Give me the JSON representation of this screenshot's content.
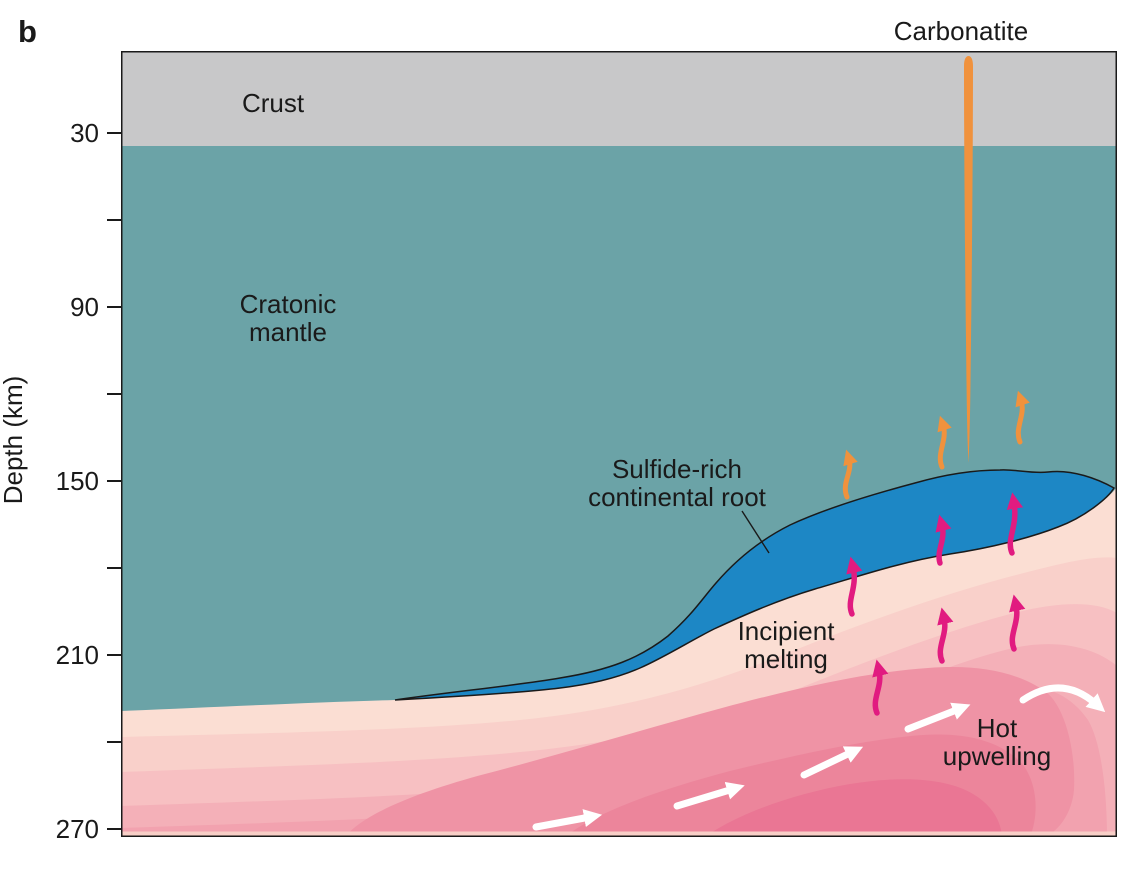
{
  "figure": {
    "panel_label": "b",
    "y_axis": {
      "label": "Depth (km)",
      "tick_labels": [
        "30",
        "90",
        "150",
        "210",
        "270"
      ]
    },
    "labels": {
      "carbonatite": "Carbonatite",
      "crust": "Crust",
      "cratonic_mantle": [
        "Cratonic",
        "mantle"
      ],
      "sulfide_root": [
        "Sulfide-rich",
        "continental root"
      ],
      "incipient_melting": [
        "Incipient",
        "melting"
      ],
      "hot_upwelling": [
        "Hot",
        "upwelling"
      ]
    },
    "colors": {
      "crust": "#c8c8c9",
      "cratonic_mantle": "#6ba3a7",
      "sulfide_root": "#1d87c5",
      "carbonatite_orange": "#f0923d",
      "melt_magenta": "#e11b80",
      "flow_white": "#ffffff",
      "outline": "#1a1a1a",
      "mantle_bands": [
        "#fbded3",
        "#f9d0ca",
        "#f7c0c2",
        "#f4b0b8",
        "#f2a2af",
        "#ef93a5",
        "#ec859b",
        "#ea7694"
      ],
      "basal_band": "#f8cfc7"
    }
  }
}
